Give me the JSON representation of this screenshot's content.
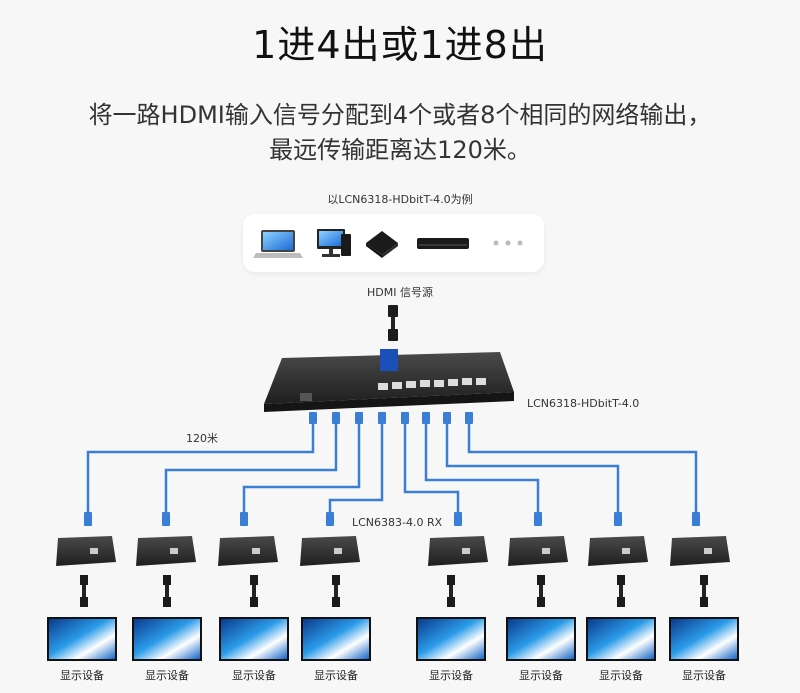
{
  "title": "1进4出或1进8出",
  "subtitle_line1": "将一路HDMI输入信号分配到4个或者8个相同的网络输出，",
  "subtitle_line2": "最远传输距离达120米。",
  "example_label": "以LCN6318-HDbitT-4.0为例",
  "source_devices": [
    "laptop-icon",
    "desktop-pc-icon",
    "tv-box-icon",
    "blu-ray-player-icon",
    "more-dots-icon"
  ],
  "hdmi_source_label": "HDMI 信号源",
  "sender_model_label": "LCN6318-HDbitT-4.0",
  "distance_label": "120米",
  "receiver_model_label": "LCN6383-4.0 RX",
  "display_label": "显示设备",
  "displays": [
    {
      "label": "显示设备"
    },
    {
      "label": "显示设备"
    },
    {
      "label": "显示设备"
    },
    {
      "label": "显示设备"
    },
    {
      "label": "显示设备"
    },
    {
      "label": "显示设备"
    },
    {
      "label": "显示设备"
    },
    {
      "label": "显示设备"
    }
  ],
  "colors": {
    "cable": "#3a7fd5",
    "device": "#2b2b2b",
    "accent_blue": "#1f5fd1"
  }
}
